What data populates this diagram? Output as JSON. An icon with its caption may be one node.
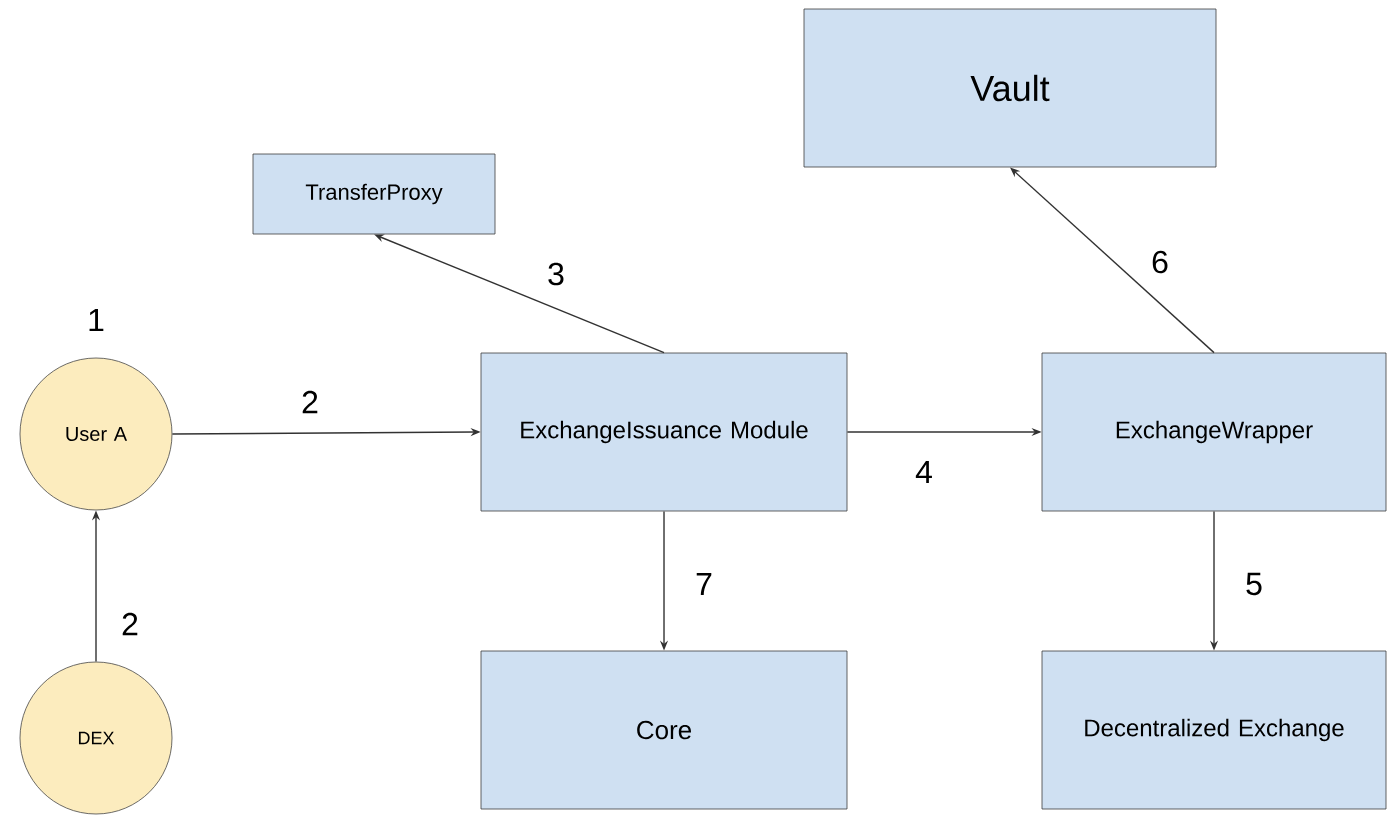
{
  "diagram": {
    "nodes": [
      {
        "text": [
          "Vault"
        ]
      },
      {
        "text": [
          "TransferProxy"
        ]
      },
      {
        "text": [
          "User A"
        ],
        "beside": [
          "1"
        ]
      },
      {
        "text": [
          "ExchangeIssuance Module"
        ]
      },
      {
        "text": [
          "ExchangeWrapper"
        ]
      },
      {
        "text": [
          "Core"
        ]
      },
      {
        "text": [
          "Decentralized Exchange"
        ]
      },
      {
        "text": [
          "DEX"
        ]
      }
    ],
    "edges": [
      {
        "from": 3,
        "to": 1,
        "arrow": "to",
        "label": "3"
      },
      {
        "from": 4,
        "to": 0,
        "arrow": "to",
        "label": "6"
      },
      {
        "from": 2,
        "to": 3,
        "arrow": "to",
        "label": "2"
      },
      {
        "from": 3,
        "to": 4,
        "arrow": "to",
        "label": "4"
      },
      {
        "from": 7,
        "to": 2,
        "arrow": "to",
        "label": "2"
      },
      {
        "from": 3,
        "to": 5,
        "arrow": "to",
        "label": "7"
      },
      {
        "from": 4,
        "to": 6,
        "arrow": "to",
        "label": "5"
      }
    ]
  }
}
